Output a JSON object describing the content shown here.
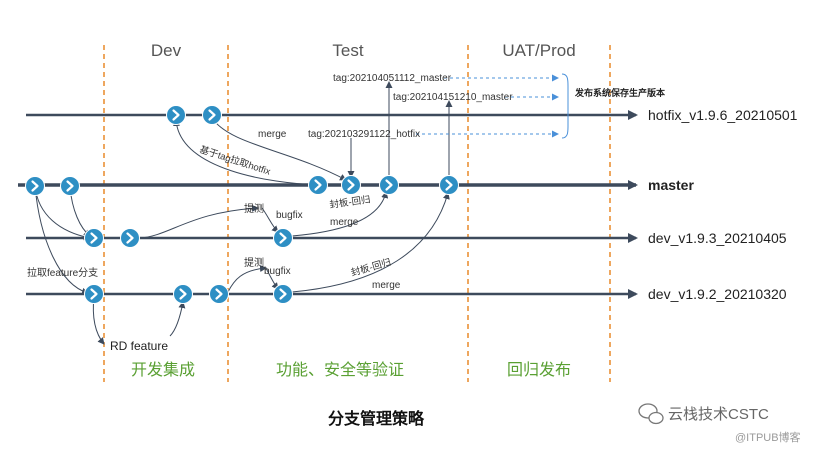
{
  "zones": {
    "dev": {
      "header": "Dev",
      "footer": "开发集成"
    },
    "test": {
      "header": "Test",
      "footer": "功能、安全等验证"
    },
    "uat": {
      "header": "UAT/Prod",
      "footer": "回归发布"
    }
  },
  "branches": {
    "hotfix": "hotfix_v1.9.6_20210501",
    "master": "master",
    "dev_193": "dev_v1.9.3_20210405",
    "dev_192": "dev_v1.9.2_20210320"
  },
  "tags": {
    "tag1": "tag:202104051112_master",
    "tag2": "tag:202104151210_master",
    "tag3": "tag:202103291122_hotfix"
  },
  "annotations": {
    "box_note": "发布系统保存生产版本",
    "merge_hotfix": "merge",
    "hotfix_from_tag": "基于tag拉取hotfix",
    "ticeshi_1": "提测",
    "bugfix_1": "bugfix",
    "fengban_1": "封板-回归",
    "merge_1": "merge",
    "ticeshi_2": "提测",
    "bugfix_2": "bugfix",
    "fengban_2": "封板-回归",
    "merge_2": "merge",
    "pull_feature": "拉取feature分支",
    "rd_feature": "RD feature"
  },
  "caption": "分支管理策略",
  "watermark": {
    "brand": "云栈技术CSTC",
    "source": "@ITPUB博客"
  },
  "colors": {
    "line": "#3d4a5c",
    "node": "#2e8fc4",
    "zone_divider": "#e88a2a",
    "tag_arrow": "#4a90d9",
    "footer_text": "#5aa033"
  }
}
